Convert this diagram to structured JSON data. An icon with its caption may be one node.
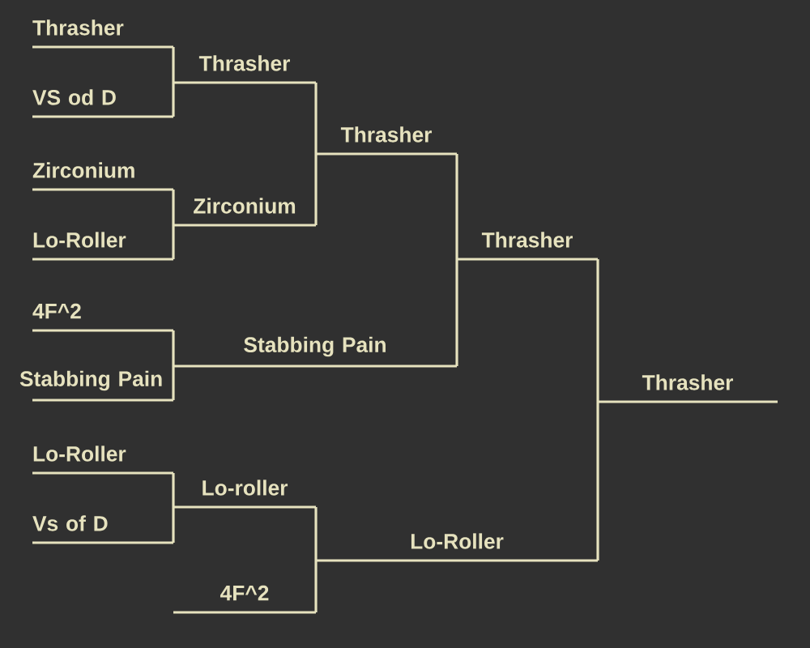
{
  "diagram": {
    "nodes": [
      {
        "text": [
          "Thrasher"
        ]
      },
      {
        "text": [
          "VS od D"
        ]
      },
      {
        "text": [
          "Zirconium"
        ]
      },
      {
        "text": [
          "Lo-Roller"
        ]
      },
      {
        "text": [
          "4F^2"
        ]
      },
      {
        "text": [
          "Stabbing Pain"
        ]
      },
      {
        "text": [
          "Lo-Roller"
        ]
      },
      {
        "text": [
          "Vs of D"
        ]
      },
      {
        "text": [
          "Thrasher"
        ]
      },
      {
        "text": [
          "Zirconium"
        ]
      },
      {
        "text": [
          "Stabbing Pain"
        ]
      },
      {
        "text": [
          "Lo-roller"
        ]
      },
      {
        "text": [
          "4F^2"
        ]
      },
      {
        "text": [
          "Thrasher"
        ]
      },
      {
        "text": [
          "Lo-Roller"
        ]
      },
      {
        "text": [
          "Thrasher"
        ]
      },
      {
        "text": [
          "Thrasher"
        ]
      }
    ],
    "edges": [
      {
        "from": 0,
        "to": 8,
        "arrow": "none"
      },
      {
        "from": 1,
        "to": 8,
        "arrow": "none"
      },
      {
        "from": 2,
        "to": 9,
        "arrow": "none"
      },
      {
        "from": 3,
        "to": 9,
        "arrow": "none"
      },
      {
        "from": 4,
        "to": 10,
        "arrow": "none"
      },
      {
        "from": 5,
        "to": 10,
        "arrow": "none"
      },
      {
        "from": 6,
        "to": 11,
        "arrow": "none"
      },
      {
        "from": 7,
        "to": 11,
        "arrow": "none"
      },
      {
        "from": 8,
        "to": 13,
        "arrow": "none"
      },
      {
        "from": 9,
        "to": 13,
        "arrow": "none"
      },
      {
        "from": 13,
        "to": 15,
        "arrow": "none"
      },
      {
        "from": 10,
        "to": 15,
        "arrow": "none"
      },
      {
        "from": 11,
        "to": 14,
        "arrow": "none"
      },
      {
        "from": 12,
        "to": 14,
        "arrow": "none"
      },
      {
        "from": 15,
        "to": 16,
        "arrow": "none"
      },
      {
        "from": 14,
        "to": 16,
        "arrow": "none"
      }
    ]
  }
}
